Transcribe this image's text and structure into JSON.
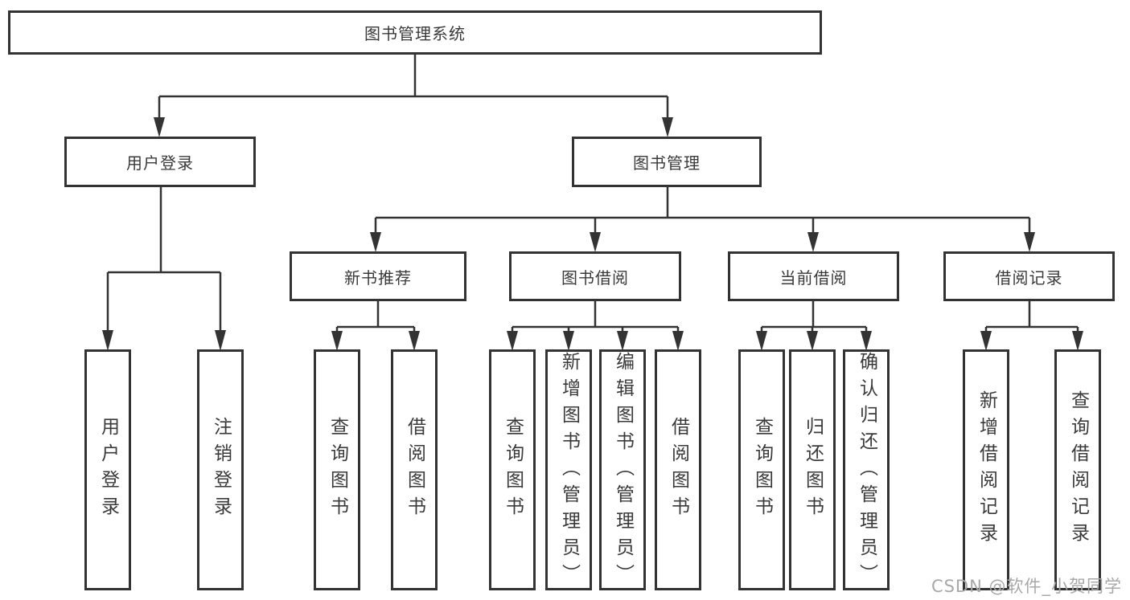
{
  "diagram": {
    "title": "图书管理系统",
    "nodes": {
      "root": "图书管理系统",
      "user_login": "用户登录",
      "book_mgmt": "图书管理",
      "new_book_rec": "新书推荐",
      "book_borrow": "图书借阅",
      "current_borrow": "当前借阅",
      "borrow_record": "借阅记录",
      "leaf_user_login": "用户登录",
      "leaf_logout": "注销登录",
      "leaf_nb_query": "查询图书",
      "leaf_nb_borrow": "借阅图书",
      "leaf_bb_query": "查询图书",
      "leaf_bb_add": "新增图书（管理员）",
      "leaf_bb_edit": "编辑图书（管理员）",
      "leaf_bb_borrow": "借阅图书",
      "leaf_cb_query": "查询图书",
      "leaf_cb_return": "归还图书",
      "leaf_cb_confirm": "确认归还（管理员）",
      "leaf_br_add": "新增借阅记录",
      "leaf_br_query": "查询借阅记录"
    },
    "colors": {
      "line": "#333333",
      "text": "#3a3a3a",
      "background": "#ffffff",
      "watermark": "#a8a8a8"
    }
  },
  "watermark": {
    "text": "CSDN @软件_小贺同学"
  }
}
